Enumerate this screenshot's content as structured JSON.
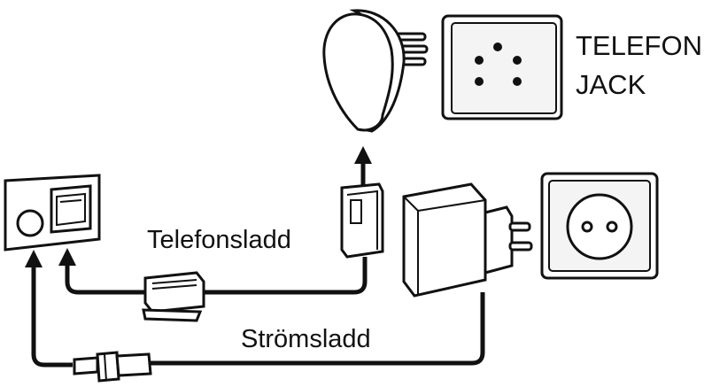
{
  "labels": {
    "telefon_jack_line1": "TELEFON",
    "telefon_jack_line2": "JACK",
    "telefonsladd": "Telefonsladd",
    "stromsladd": "Strömsladd"
  },
  "colors": {
    "line": "#111111",
    "fill": "#ffffff",
    "shade": "#e6e6e6"
  },
  "icons": {
    "phone_jack_adapter": "phone-plug-adapter-icon",
    "phone_wall_jack": "phone-wall-socket-icon",
    "device_back_panel": "device-panel-icon",
    "rj11_plug": "modular-plug-icon",
    "inline_filter": "line-filter-icon",
    "power_adapter": "power-adapter-icon",
    "power_outlet": "power-outlet-icon",
    "dc_plug": "dc-barrel-plug-icon"
  }
}
